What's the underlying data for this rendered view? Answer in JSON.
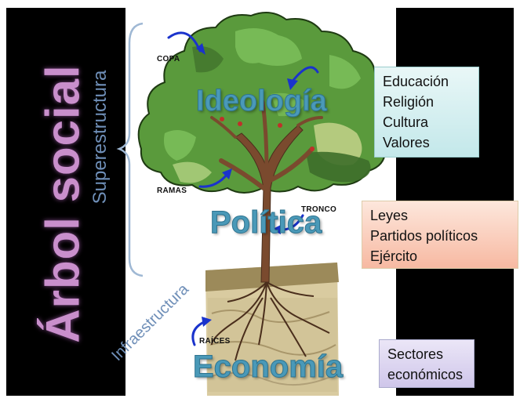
{
  "title": "Árbol social",
  "side_labels": {
    "superstructure": "Superestructura",
    "infrastructure": "Infraestructura"
  },
  "tree_parts": {
    "copa": "COPA",
    "ramas": "RAMAS",
    "tronco": "TRONCO",
    "raices": "RAÍCES"
  },
  "levels": {
    "ideology": "Ideología",
    "politics": "Política",
    "economy": "Economía"
  },
  "boxes": {
    "ideology": [
      "Educación",
      "Religión",
      "Cultura",
      "Valores"
    ],
    "politics": [
      "Leyes",
      "Partidos políticos",
      "Ejército"
    ],
    "economy": [
      "Sectores",
      "económicos"
    ]
  },
  "colors": {
    "title": "#c98fcc",
    "level_text": "#4a99b8",
    "side_text": "#6f8fb8",
    "arrows": "#1a33cc"
  }
}
